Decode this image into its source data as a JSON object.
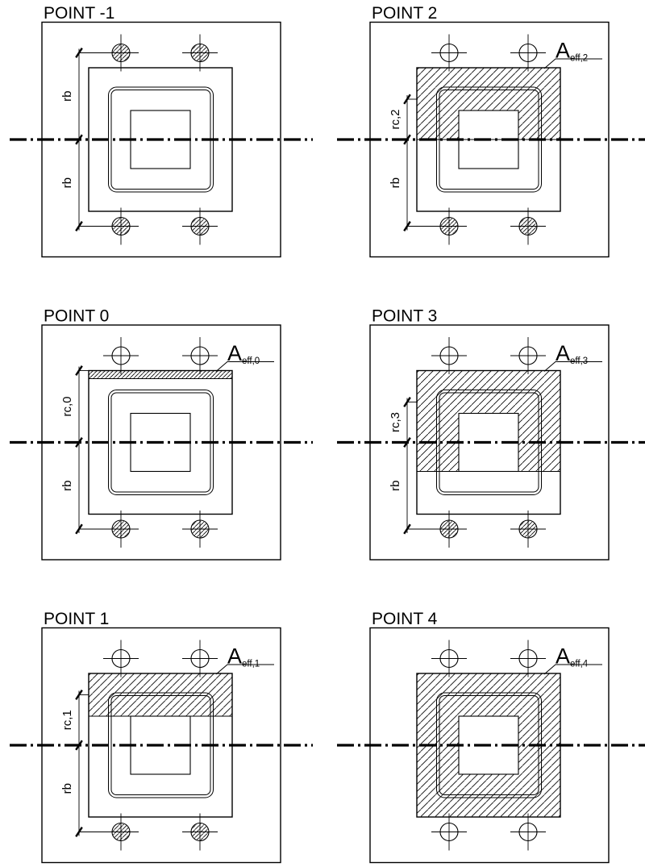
{
  "page": {
    "background": "#ffffff",
    "line_color": "#000000"
  },
  "diagram": {
    "description": "Base plate effective bearing area at interaction diagram points",
    "panels": [
      {
        "id": "point-minus-1",
        "title": "POINT -1",
        "col": 0,
        "row": 0,
        "area_hatch": "none",
        "tension_bolts": [
          "top-left",
          "top-right",
          "bottom-left",
          "bottom-right"
        ],
        "dimension": {
          "top_label": "rb",
          "bottom_label": "rb",
          "top_ref": "bolt-row"
        },
        "aeff_label": null
      },
      {
        "id": "point-2",
        "title": "POINT 2",
        "col": 1,
        "row": 0,
        "area_hatch": "to-axis",
        "tension_bolts": [
          "bottom-left",
          "bottom-right"
        ],
        "dimension": {
          "top_label": "rc,2",
          "bottom_label": "rb",
          "top_ref": "rc"
        },
        "aeff_label": {
          "base": "A",
          "sub": "eff,2"
        }
      },
      {
        "id": "point-0",
        "title": "POINT 0",
        "col": 0,
        "row": 1,
        "area_hatch": "edge-strip",
        "tension_bolts": [
          "bottom-left",
          "bottom-right"
        ],
        "dimension": {
          "top_label": "rc,0",
          "bottom_label": "rb",
          "top_ref": "plate-top"
        },
        "aeff_label": {
          "base": "A",
          "sub": "eff,0"
        }
      },
      {
        "id": "point-3",
        "title": "POINT 3",
        "col": 1,
        "row": 1,
        "area_hatch": "to-column-bottom",
        "tension_bolts": [
          "bottom-left",
          "bottom-right"
        ],
        "dimension": {
          "top_label": "rc,3",
          "bottom_label": "rb",
          "top_ref": "rc"
        },
        "aeff_label": {
          "base": "A",
          "sub": "eff,3"
        }
      },
      {
        "id": "point-1",
        "title": "POINT 1",
        "col": 0,
        "row": 2,
        "area_hatch": "top-band",
        "tension_bolts": [
          "bottom-left",
          "bottom-right"
        ],
        "dimension": {
          "top_label": "rc,1",
          "bottom_label": "rb",
          "top_ref": "contour-top"
        },
        "aeff_label": {
          "base": "A",
          "sub": "eff,1"
        }
      },
      {
        "id": "point-4",
        "title": "POINT 4",
        "col": 1,
        "row": 2,
        "area_hatch": "full-ring",
        "tension_bolts": [],
        "dimension": null,
        "aeff_label": {
          "base": "A",
          "sub": "eff,4"
        }
      }
    ]
  }
}
